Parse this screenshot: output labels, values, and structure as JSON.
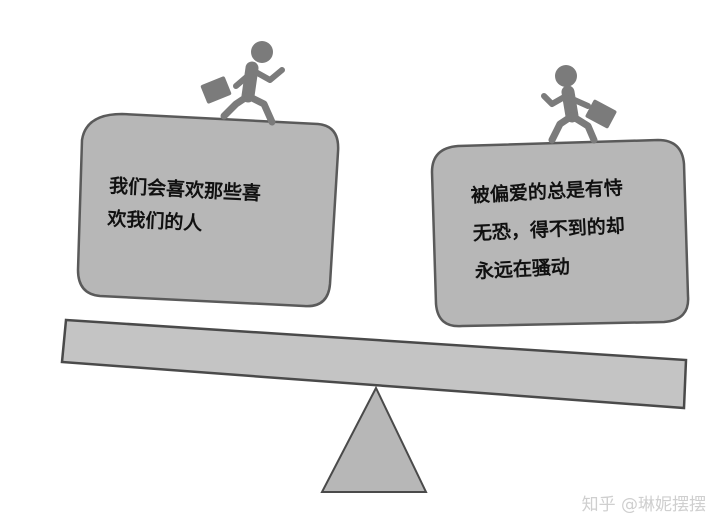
{
  "left_box": {
    "lines": [
      "我们会喜欢那些喜",
      "欢我们的人"
    ]
  },
  "right_box": {
    "lines": [
      "被偏爱的总是有恃",
      "无恐，得不到的却",
      "永远在骚动"
    ]
  },
  "watermark": {
    "brand": "知乎",
    "handle": "@琳妮摆摆"
  },
  "colors": {
    "box_fill": "#b7b7b7",
    "box_stroke": "#5a5a5a",
    "beam_fill": "#c4c4c4",
    "beam_stroke": "#4a4a4a",
    "figure": "#7b7b7b"
  },
  "icons": [
    "running-man-with-briefcase-icon",
    "running-man-with-briefcase-icon"
  ]
}
